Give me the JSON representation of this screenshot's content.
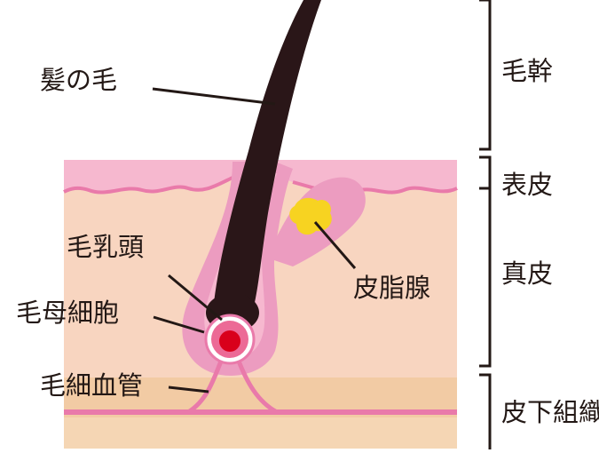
{
  "labels": {
    "hair": "髪の毛",
    "dermal_papilla": "毛乳頭",
    "hair_matrix_cell": "毛母細胞",
    "capillary": "毛細血管",
    "sebaceous_gland": "皮脂腺"
  },
  "brackets": {
    "hair_shaft": "毛幹",
    "epidermis": "表皮",
    "dermis": "真皮",
    "subcutaneous": "皮下組織"
  },
  "colors": {
    "epidermis": "#f6b8cf",
    "epidermis_edge": "#e97aaa",
    "dermis": "#f8d5c0",
    "subcutaneous": "#f2cba4",
    "follicle": "#ec9cc0",
    "hair": "#2a1618",
    "gland": "#f7d321",
    "papilla": "#d9001b",
    "outline": "#231815"
  }
}
